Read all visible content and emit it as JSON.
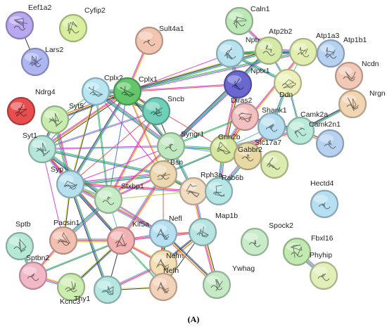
{
  "figure": {
    "caption": "(A)"
  },
  "nodes": [
    {
      "id": "Eef1a2",
      "label": "Eef1a2",
      "color": "#b9a8f0"
    },
    {
      "id": "Cyfip2",
      "label": "Cyfip2",
      "color": "#d8efa0"
    },
    {
      "id": "Lars2",
      "label": "Lars2",
      "color": "#aeb6f2"
    },
    {
      "id": "Ndrg4",
      "label": "Ndrg4",
      "color": "#e84e4e"
    },
    {
      "id": "Sult4a1",
      "label": "Sult4a1",
      "color": "#f2c5b0"
    },
    {
      "id": "Caln1",
      "label": "Caln1",
      "color": "#bde8b8"
    },
    {
      "id": "Nptxr",
      "label": "Nptxr",
      "color": "#b7e3f0"
    },
    {
      "id": "Atp2b2",
      "label": "Atp2b2",
      "color": "#d6eaa8"
    },
    {
      "id": "Atp1a3",
      "label": "Atp1a3",
      "color": "#e2eeb0"
    },
    {
      "id": "Atp1b1",
      "label": "Atp1b1",
      "color": "#b6d2f0"
    },
    {
      "id": "Nptx1",
      "label": "Nptx1",
      "color": "#6a68d0"
    },
    {
      "id": "Ddn",
      "label": "Ddn",
      "color": "#ecf0b8"
    },
    {
      "id": "Ncdn",
      "label": "Ncdn",
      "color": "#f2c8b6"
    },
    {
      "id": "Nrgn",
      "label": "Nrgn",
      "color": "#f2d6b4"
    },
    {
      "id": "Cplx2",
      "label": "Cplx2",
      "color": "#b7e6f2"
    },
    {
      "id": "Cplx1",
      "label": "Cplx1",
      "color": "#63c66a"
    },
    {
      "id": "Sncb",
      "label": "Sncb",
      "color": "#6fcfb8"
    },
    {
      "id": "Syt5",
      "label": "Syt5",
      "color": "#c8ecb0"
    },
    {
      "id": "Diras2",
      "label": "Diras2",
      "color": "#f2c0c0"
    },
    {
      "id": "Shank1",
      "label": "Shank1",
      "color": "#b6def0"
    },
    {
      "id": "Camk2a",
      "label": "Camk2a",
      "color": "#b9e9d9"
    },
    {
      "id": "Camk2n1",
      "label": "Camk2n1",
      "color": "#b6d2f0"
    },
    {
      "id": "Syt1",
      "label": "Syt1",
      "color": "#b6e6da"
    },
    {
      "id": "Syngr1",
      "label": "Syngr1",
      "color": "#bfe8c0"
    },
    {
      "id": "Grin2b",
      "label": "Grin2b",
      "color": "#d6e8a0"
    },
    {
      "id": "Slc17a7",
      "label": "Slc17a7",
      "color": "#e8d8a4"
    },
    {
      "id": "Gabbr2",
      "label": "Gabbr2",
      "color": "#dcebb0"
    },
    {
      "id": "Syp",
      "label": "Syp",
      "color": "#b6e0ee"
    },
    {
      "id": "Bsn",
      "label": "Bsn",
      "color": "#ecd8b0"
    },
    {
      "id": "Rph3a",
      "label": "Rph3a",
      "color": "#f2dcc0"
    },
    {
      "id": "Rab6b",
      "label": "Rab6b",
      "color": "#b6e6e6"
    },
    {
      "id": "Stxbp1",
      "label": "Stxbp1",
      "color": "#c6ecc6"
    },
    {
      "id": "Hectd4",
      "label": "Hectd4",
      "color": "#b6e0f2"
    },
    {
      "id": "Sptb",
      "label": "Sptb",
      "color": "#b6e8d6"
    },
    {
      "id": "Pacsin1",
      "label": "Pacsin1",
      "color": "#f2c0b0"
    },
    {
      "id": "Kif5a",
      "label": "Kif5a",
      "color": "#f2b2b2"
    },
    {
      "id": "Nefl",
      "label": "Nefl",
      "color": "#b6e0f2"
    },
    {
      "id": "Map1b",
      "label": "Map1b",
      "color": "#b6e4e0"
    },
    {
      "id": "Spock2",
      "label": "Spock2",
      "color": "#c8ecc8"
    },
    {
      "id": "Fbxl16",
      "label": "Fbxl16",
      "color": "#c2eab0"
    },
    {
      "id": "Sptbn2",
      "label": "Sptbn2",
      "color": "#f2b8c8"
    },
    {
      "id": "Kcnc3",
      "label": "Kcnc3",
      "color": "#ccecb0"
    },
    {
      "id": "Thy1",
      "label": "Thy1",
      "color": "#b6e6e0"
    },
    {
      "id": "Nefm",
      "label": "Nefm",
      "color": "#f2e0b4"
    },
    {
      "id": "Nefh",
      "label": "Nefh",
      "color": "#f2d2b8"
    },
    {
      "id": "Ywhag",
      "label": "Ywhag",
      "color": "#c6eac6"
    },
    {
      "id": "Phyhip",
      "label": "Phyhip",
      "color": "#e0f0b8"
    }
  ],
  "edges": [
    [
      "Eef1a2",
      "Lars2"
    ],
    [
      "Sult4a1",
      "Cplx1"
    ],
    [
      "Caln1",
      "Atp2b2"
    ],
    [
      "Nptxr",
      "Nptx1"
    ],
    [
      "Nptxr",
      "Atp2b2"
    ],
    [
      "Nptxr",
      "Atp1a3"
    ],
    [
      "Nptxr",
      "Ddn"
    ],
    [
      "Atp2b2",
      "Atp1a3"
    ],
    [
      "Atp1a3",
      "Atp1b1"
    ],
    [
      "Atp2b2",
      "Ddn"
    ],
    [
      "Atp1a3",
      "Ddn"
    ],
    [
      "Atp2b2",
      "Syngr1"
    ],
    [
      "Atp1a3",
      "Grin2b"
    ],
    [
      "Atp1a3",
      "Cplx1"
    ],
    [
      "Atp2b2",
      "Cplx1"
    ],
    [
      "Nptx1",
      "Grin2b"
    ],
    [
      "Nptx1",
      "Syngr1"
    ],
    [
      "Nptx1",
      "Cplx1"
    ],
    [
      "Nptxr",
      "Cplx1"
    ],
    [
      "Ddn",
      "Shank1"
    ],
    [
      "Ddn",
      "Camk2a"
    ],
    [
      "Ncdn",
      "Nrgn"
    ],
    [
      "Nrgn",
      "Camk2a"
    ],
    [
      "Camk2a",
      "Camk2n1"
    ],
    [
      "Camk2a",
      "Shank1"
    ],
    [
      "Camk2a",
      "Grin2b"
    ],
    [
      "Camk2a",
      "Diras2"
    ],
    [
      "Shank1",
      "Grin2b"
    ],
    [
      "Shank1",
      "Slc17a7"
    ],
    [
      "Diras2",
      "Grin2b"
    ],
    [
      "Diras2",
      "Syngr1"
    ],
    [
      "Grin2b",
      "Slc17a7"
    ],
    [
      "Grin2b",
      "Gabbr2"
    ],
    [
      "Slc17a7",
      "Gabbr2"
    ],
    [
      "Grin2b",
      "Rab6b"
    ],
    [
      "Cplx2",
      "Cplx1"
    ],
    [
      "Cplx2",
      "Sncb"
    ],
    [
      "Cplx1",
      "Sncb"
    ],
    [
      "Cplx2",
      "Syt1"
    ],
    [
      "Cplx1",
      "Syt1"
    ],
    [
      "Cplx2",
      "Syp"
    ],
    [
      "Cplx1",
      "Syp"
    ],
    [
      "Cplx2",
      "Stxbp1"
    ],
    [
      "Cplx1",
      "Stxbp1"
    ],
    [
      "Cplx2",
      "Syngr1"
    ],
    [
      "Cplx1",
      "Syngr1"
    ],
    [
      "Cplx1",
      "Bsn"
    ],
    [
      "Cplx2",
      "Bsn"
    ],
    [
      "Cplx1",
      "Grin2b"
    ],
    [
      "Cplx2",
      "Syt5"
    ],
    [
      "Cplx1",
      "Syt5"
    ],
    [
      "Sncb",
      "Syngr1"
    ],
    [
      "Sncb",
      "Syp"
    ],
    [
      "Sncb",
      "Syt1"
    ],
    [
      "Sncb",
      "Stxbp1"
    ],
    [
      "Syt5",
      "Syt1"
    ],
    [
      "Syt5",
      "Syp"
    ],
    [
      "Syt1",
      "Syp"
    ],
    [
      "Syt1",
      "Stxbp1"
    ],
    [
      "Syt1",
      "Syngr1"
    ],
    [
      "Syt1",
      "Bsn"
    ],
    [
      "Syt1",
      "Kif5a"
    ],
    [
      "Syt1",
      "Pacsin1"
    ],
    [
      "Syp",
      "Stxbp1"
    ],
    [
      "Syp",
      "Syngr1"
    ],
    [
      "Syp",
      "Bsn"
    ],
    [
      "Syp",
      "Kif5a"
    ],
    [
      "Syp",
      "Pacsin1"
    ],
    [
      "Syp",
      "Rph3a"
    ],
    [
      "Syp",
      "Nefl"
    ],
    [
      "Syp",
      "Thy1"
    ],
    [
      "Syngr1",
      "Grin2b"
    ],
    [
      "Syngr1",
      "Bsn"
    ],
    [
      "Syngr1",
      "Stxbp1"
    ],
    [
      "Syngr1",
      "Rph3a"
    ],
    [
      "Syngr1",
      "Slc17a7"
    ],
    [
      "Bsn",
      "Stxbp1"
    ],
    [
      "Bsn",
      "Rph3a"
    ],
    [
      "Bsn",
      "Grin2b"
    ],
    [
      "Bsn",
      "Kif5a"
    ],
    [
      "Rph3a",
      "Rab6b"
    ],
    [
      "Rph3a",
      "Stxbp1"
    ],
    [
      "Rab6b",
      "Slc17a7"
    ],
    [
      "Stxbp1",
      "Kif5a"
    ],
    [
      "Stxbp1",
      "Pacsin1"
    ],
    [
      "Stxbp1",
      "Nefl"
    ],
    [
      "Stxbp1",
      "Rph3a"
    ],
    [
      "Kif5a",
      "Nefl"
    ],
    [
      "Kif5a",
      "Nefm"
    ],
    [
      "Kif5a",
      "Nefh"
    ],
    [
      "Kif5a",
      "Pacsin1"
    ],
    [
      "Kif5a",
      "Map1b"
    ],
    [
      "Kif5a",
      "Thy1"
    ],
    [
      "Kif5a",
      "Kcnc3"
    ],
    [
      "Nefl",
      "Nefm"
    ],
    [
      "Nefl",
      "Nefh"
    ],
    [
      "Nefm",
      "Nefh"
    ],
    [
      "Nefl",
      "Map1b"
    ],
    [
      "Nefm",
      "Map1b"
    ],
    [
      "Nefh",
      "Map1b"
    ],
    [
      "Map1b",
      "Ywhag"
    ],
    [
      "Nefl",
      "Ywhag"
    ],
    [
      "Nefh",
      "Thy1"
    ],
    [
      "Sptb",
      "Sptbn2"
    ],
    [
      "Sptbn2",
      "Kcnc3"
    ],
    [
      "Sptbn2",
      "Kif5a"
    ],
    [
      "Pacsin1",
      "Sptbn2"
    ],
    [
      "Nefm",
      "Thy1"
    ],
    [
      "Fbxl16",
      "Phyhip"
    ],
    [
      "Map1b",
      "Rph3a"
    ],
    [
      "Nefl",
      "Bsn"
    ]
  ]
}
